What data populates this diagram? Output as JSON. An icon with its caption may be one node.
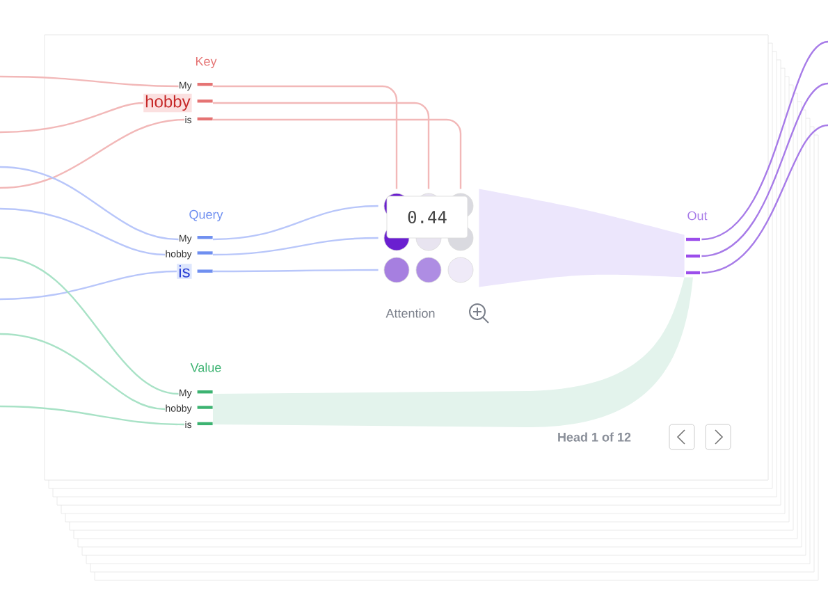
{
  "diagram": {
    "nodes": [
      {
        "text": [
          "My"
        ]
      },
      {
        "text": [
          "hobby"
        ]
      },
      {
        "text": [
          "is"
        ]
      },
      {
        "text": [
          "My"
        ]
      },
      {
        "text": [
          "hobby"
        ]
      },
      {
        "text": [
          "is"
        ]
      },
      {
        "text": [
          "My"
        ]
      },
      {
        "text": [
          "hobby"
        ]
      },
      {
        "text": [
          "is"
        ]
      },
      {
        "text": [],
        "shape": "circle"
      },
      {
        "text": [],
        "shape": "bar"
      }
    ],
    "edges": [
      {
        "from": null,
        "to": 0,
        "arrow": "none",
        "color": "#f2b8b8"
      },
      {
        "from": null,
        "to": 1,
        "arrow": "none",
        "color": "#f2b8b8"
      },
      {
        "from": null,
        "to": 2,
        "arrow": "none",
        "color": "#f2b8b8"
      },
      {
        "from": null,
        "to": 3,
        "arrow": "none",
        "color": "#b8c6fa"
      },
      {
        "from": null,
        "to": 4,
        "arrow": "none",
        "color": "#b8c6fa"
      },
      {
        "from": null,
        "to": 5,
        "arrow": "none",
        "color": "#b8c6fa"
      },
      {
        "from": null,
        "to": 6,
        "arrow": "none",
        "color": "#a8e2c6"
      },
      {
        "from": null,
        "to": 7,
        "arrow": "none",
        "color": "#a8e2c6"
      },
      {
        "from": null,
        "to": 8,
        "arrow": "none",
        "color": "#a8e2c6"
      },
      {
        "from": 0,
        "to": 9,
        "arrow": "none",
        "color": "#f2b8b8"
      },
      {
        "from": 1,
        "to": 9,
        "arrow": "none",
        "color": "#f2b8b8"
      },
      {
        "from": 2,
        "to": 9,
        "arrow": "none",
        "color": "#f2b8b8"
      },
      {
        "from": 3,
        "to": 9,
        "arrow": "none",
        "color": "#b8c6fa"
      },
      {
        "from": 4,
        "to": 9,
        "arrow": "none",
        "color": "#b8c6fa"
      },
      {
        "from": 5,
        "to": 9,
        "arrow": "none",
        "color": "#b8c6fa"
      },
      {
        "from": 9,
        "to": 10,
        "arrow": "none",
        "style": "thick",
        "color": "#ece6fc"
      },
      {
        "from": 6,
        "to": 10,
        "arrow": "none",
        "style": "thick",
        "color": "#e3f3ec"
      },
      {
        "from": 7,
        "to": 10,
        "arrow": "none",
        "style": "thick",
        "color": "#e3f3ec"
      },
      {
        "from": 8,
        "to": 10,
        "arrow": "none",
        "style": "thick",
        "color": "#e3f3ec"
      },
      {
        "from": 10,
        "to": null,
        "arrow": "none",
        "color": "#a77be8"
      },
      {
        "from": 10,
        "to": null,
        "arrow": "none",
        "color": "#a77be8"
      },
      {
        "from": 10,
        "to": null,
        "arrow": "none",
        "color": "#a77be8"
      }
    ],
    "labels": [
      "Key",
      "Query",
      "Value",
      "Out",
      "0.44",
      "Attention",
      "Head 1 of 12"
    ]
  }
}
